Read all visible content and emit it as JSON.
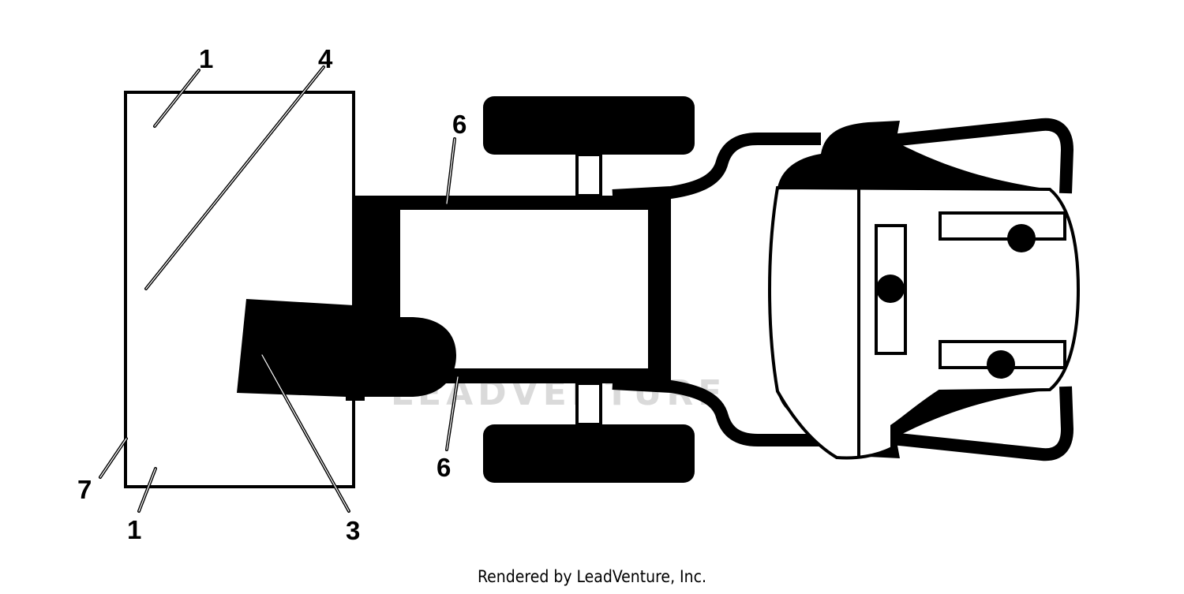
{
  "callouts": [
    {
      "id": "c1a",
      "text": "1"
    },
    {
      "id": "c4",
      "text": "4"
    },
    {
      "id": "c6a",
      "text": "6"
    },
    {
      "id": "c6b",
      "text": "6"
    },
    {
      "id": "c7",
      "text": "7"
    },
    {
      "id": "c1b",
      "text": "1"
    },
    {
      "id": "c3",
      "text": "3"
    }
  ],
  "credit": "Rendered by LeadVenture, Inc.",
  "watermark": {
    "text": "LEADVENTURE"
  },
  "colors": {
    "ink": "#000000",
    "paper": "#ffffff",
    "watermark": "#bcbcbc"
  }
}
